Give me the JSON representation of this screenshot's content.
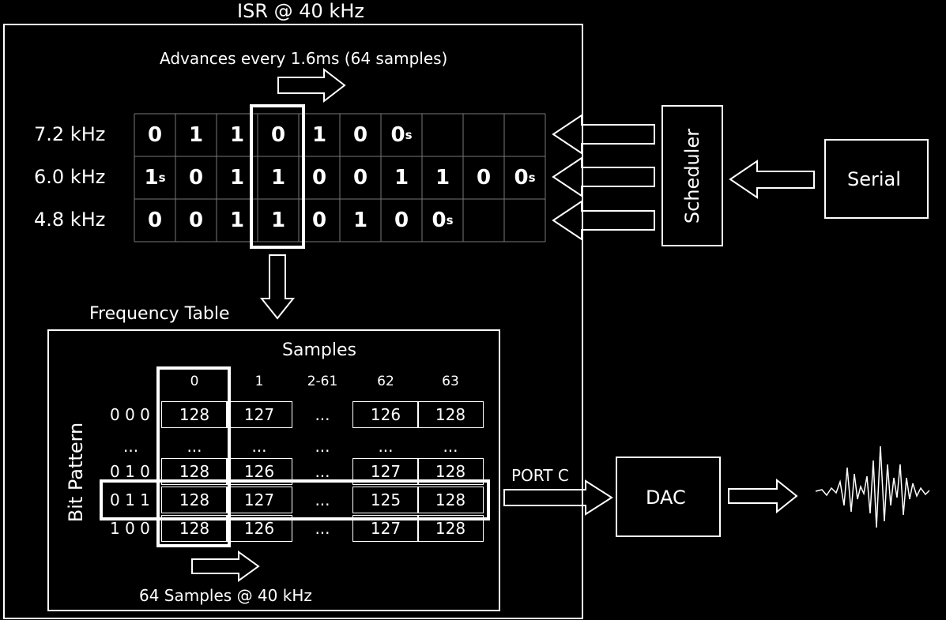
{
  "isr": {
    "title": "ISR @ 40 kHz",
    "advance_text": "Advances every 1.6ms (64 samples)"
  },
  "bit_grid": {
    "rows": [
      {
        "label": "7.2 kHz",
        "cells": [
          "0",
          "1",
          "1",
          "0",
          "1",
          "0",
          "0s",
          "",
          "",
          ""
        ]
      },
      {
        "label": "6.0 kHz",
        "cells": [
          "1s",
          "0",
          "1",
          "1",
          "0",
          "0",
          "1",
          "1",
          "0",
          "0s"
        ]
      },
      {
        "label": "4.8 kHz",
        "cells": [
          "0",
          "0",
          "1",
          "1",
          "0",
          "1",
          "0",
          "0s",
          "",
          ""
        ]
      }
    ]
  },
  "freq_table": {
    "title": "Frequency Table",
    "samples_label": "Samples",
    "bit_pattern_label": "Bit Pattern",
    "columns": [
      "0",
      "1",
      "2-61",
      "62",
      "63"
    ],
    "rows": [
      {
        "label": "0 0 0",
        "values": [
          "128",
          "127",
          "...",
          "126",
          "128"
        ]
      },
      {
        "label": "...",
        "values": [
          "...",
          "...",
          "...",
          "...",
          "..."
        ]
      },
      {
        "label": "0 1 0",
        "values": [
          "128",
          "126",
          "...",
          "127",
          "128"
        ]
      },
      {
        "label": "0 1 1",
        "values": [
          "128",
          "127",
          "...",
          "125",
          "128"
        ]
      },
      {
        "label": "1 0 0",
        "values": [
          "128",
          "126",
          "...",
          "127",
          "128"
        ]
      }
    ],
    "footer": "64 Samples @ 40 kHz"
  },
  "scheduler": {
    "label": "Scheduler"
  },
  "serial": {
    "label": "Serial"
  },
  "port_c": {
    "label": "PORT C"
  },
  "dac": {
    "label": "DAC"
  }
}
